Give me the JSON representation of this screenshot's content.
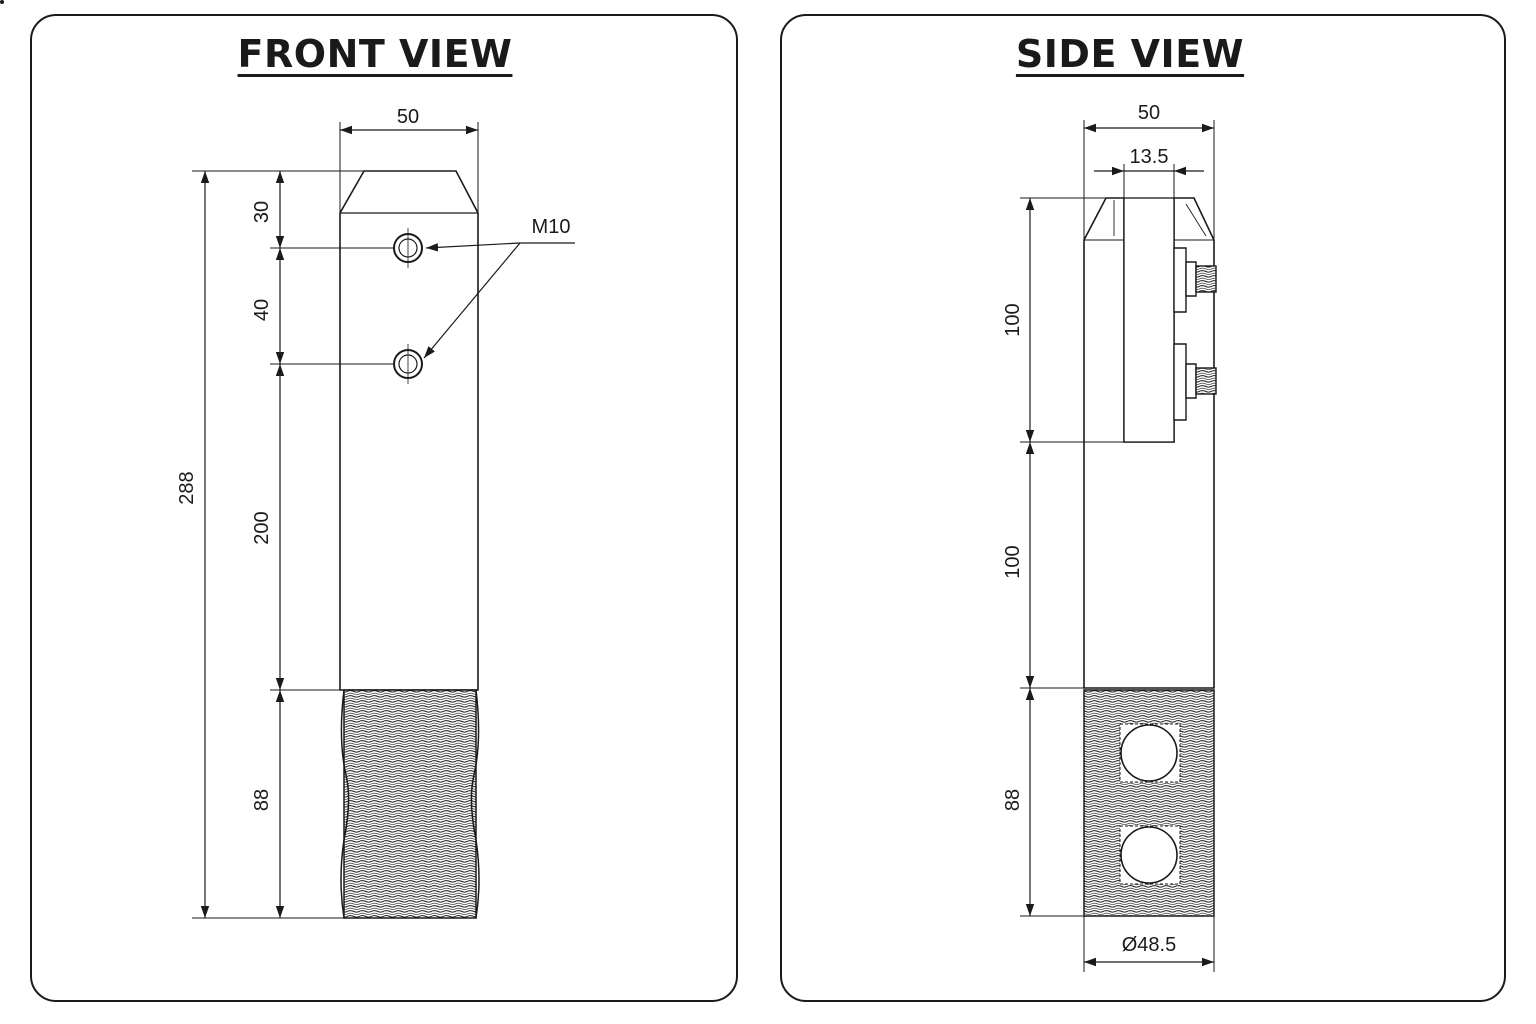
{
  "front_view": {
    "title": "FRONT VIEW",
    "dims": {
      "width": "50",
      "total_height": "288",
      "seg_top": "30",
      "seg_hole_spacing": "40",
      "seg_body": "200",
      "seg_thread": "88"
    },
    "callout": "M10"
  },
  "side_view": {
    "title": "SIDE VIEW",
    "dims": {
      "width": "50",
      "slot": "13.5",
      "seg_clamp": "100",
      "seg_body": "100",
      "seg_thread": "88",
      "diameter": "Ø48.5"
    }
  }
}
